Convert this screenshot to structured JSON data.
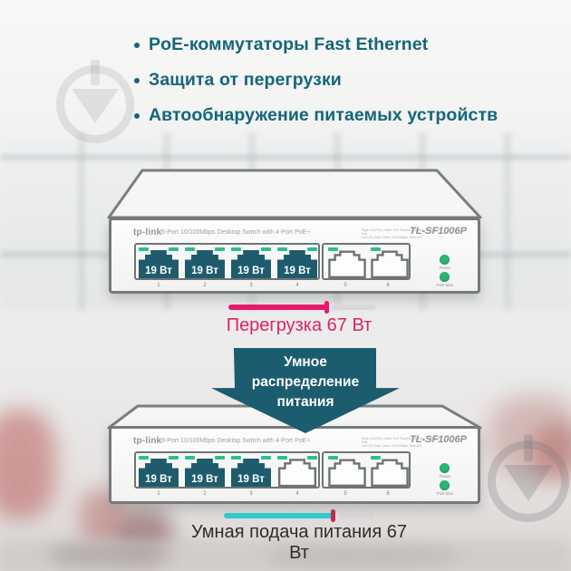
{
  "bullets": {
    "items": [
      {
        "label": "PoE-коммутаторы Fast Ethernet"
      },
      {
        "label": "Защита от перегрузки"
      },
      {
        "label": "Автообнаружение питаемых устройств"
      }
    ]
  },
  "colors": {
    "accent_teal": "#14667b",
    "port_teal": "#1e5c6d",
    "arrow_teal": "#1b5c6f",
    "led_green": "#2cb477",
    "tick_green": "#2ebe8c",
    "overload_pink": "#e5196b",
    "smart_cyan": "#2fd0d0",
    "marker_red": "#c22a50"
  },
  "switch_top": {
    "brand": "tp-link",
    "description": "6-Port 10/100Mbps Desktop Switch with 4-Port PoE+",
    "fine_print_line1": "Right LED(PoE): Green: PoE Powered, Flashing: Green PoE Fast",
    "fine_print_line2": "Left LED: Data, Green: 10/100Mbps, Blink: Act",
    "model": "TL-SF1006P",
    "poe_power": [
      "19 Вт",
      "19 Вт",
      "19 Вт",
      "19 Вт"
    ],
    "port_numbers": [
      "1",
      "2",
      "3",
      "4",
      "5",
      "6"
    ],
    "leds": [
      {
        "label": "Power"
      },
      {
        "label": "PoE Max"
      }
    ]
  },
  "overload": {
    "label": "Перегрузка 67 Вт"
  },
  "arrow": {
    "line1": "Умное",
    "line2": "распределение",
    "line3": "питания"
  },
  "switch_bottom": {
    "brand": "tp-link",
    "description": "6-Port 10/100Mbps Desktop Switch with 4-Port PoE+",
    "fine_print_line1": "Right LED(PoE): Green: PoE Powered, Flashing: Green PoE Fast",
    "fine_print_line2": "Left LED: Data, Green: 10/100Mbps, Blink: Act",
    "model": "TL-SF1006P",
    "poe_power": [
      "19 Вт",
      "19 Вт",
      "19 Вт"
    ],
    "port_numbers": [
      "1",
      "2",
      "3",
      "4",
      "5",
      "6"
    ],
    "leds": [
      {
        "label": "Power"
      },
      {
        "label": "PoE Max"
      }
    ]
  },
  "smart": {
    "label": "Умная подача питания 67 Вт"
  }
}
